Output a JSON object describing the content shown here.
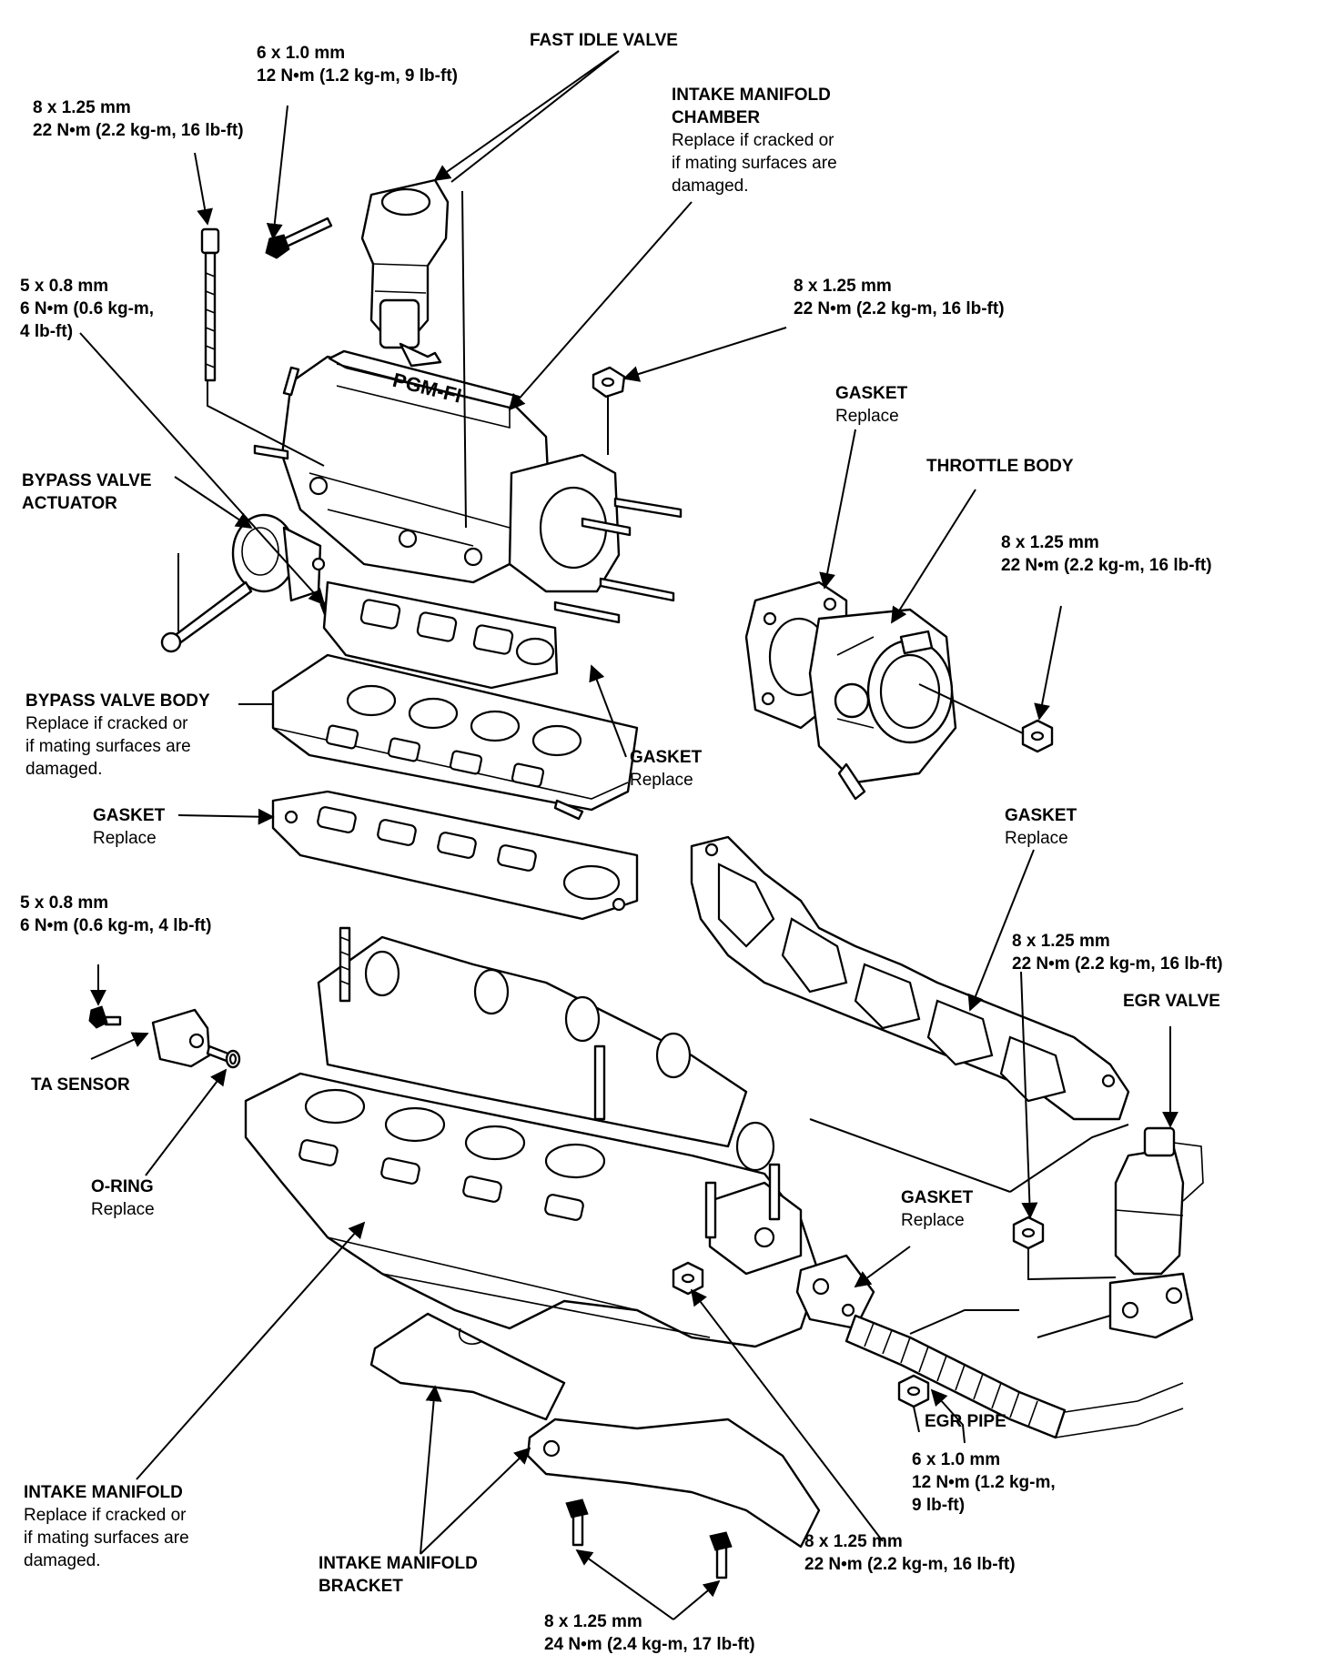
{
  "labels": {
    "fast_idle_valve": {
      "title": "FAST IDLE VALVE"
    },
    "fiv_bolt": {
      "line1": "6 x 1.0 mm",
      "line2": "12 N•m (1.2 kg-m, 9 lb-ft)"
    },
    "top_left_stud": {
      "line1": "8 x 1.25 mm",
      "line2": "22 N•m (2.2 kg-m, 16 lb-ft)"
    },
    "chamber": {
      "title1": "INTAKE MANIFOLD",
      "title2": "CHAMBER",
      "note1": "Replace if cracked or",
      "note2": "if mating surfaces are",
      "note3": "damaged."
    },
    "bypass_bolt": {
      "line1": "5 x 0.8 mm",
      "line2": "6 N•m (0.6 kg-m,",
      "line3": "4 lb-ft)"
    },
    "chamber_nut": {
      "line1": "8 x 1.25 mm",
      "line2": "22 N•m (2.2 kg-m, 16 lb-ft)"
    },
    "tb_gasket": {
      "title": "GASKET",
      "note": "Replace"
    },
    "throttle_body": {
      "title": "THROTTLE BODY"
    },
    "tb_nut": {
      "line1": "8 x 1.25 mm",
      "line2": "22 N•m (2.2 kg-m, 16 lb-ft)"
    },
    "bypass_actuator": {
      "title1": "BYPASS VALVE",
      "title2": "ACTUATOR"
    },
    "bypass_body": {
      "title": "BYPASS VALVE BODY",
      "note1": "Replace if cracked or",
      "note2": "if mating surfaces are",
      "note3": "damaged."
    },
    "upper_gasket": {
      "title": "GASKET",
      "note": "Replace"
    },
    "lower_gasket": {
      "title": "GASKET",
      "note": "Replace"
    },
    "exh_gasket": {
      "title": "GASKET",
      "note": "Replace"
    },
    "ta_bolt": {
      "line1": "5 x 0.8 mm",
      "line2": "6 N•m (0.6 kg-m, 4 lb-ft)"
    },
    "manifold_nut": {
      "line1": "8 x 1.25 mm",
      "line2": "22 N•m (2.2 kg-m, 16 lb-ft)"
    },
    "egr_valve": {
      "title": "EGR VALVE"
    },
    "ta_sensor": {
      "title": "TA SENSOR"
    },
    "o_ring": {
      "title": "O-RING",
      "note": "Replace"
    },
    "egr_gasket": {
      "title": "GASKET",
      "note": "Replace"
    },
    "egr_pipe": {
      "title": "EGR PIPE"
    },
    "egr_pipe_nut": {
      "line1": "6 x 1.0 mm",
      "line2": "12 N•m (1.2 kg-m,",
      "line3": "9 lb-ft)"
    },
    "intake_manifold": {
      "title": "INTAKE MANIFOLD",
      "note1": "Replace if cracked or",
      "note2": "if mating surfaces are",
      "note3": "damaged."
    },
    "bracket": {
      "title1": "INTAKE MANIFOLD",
      "title2": "BRACKET"
    },
    "bracket_nut": {
      "line1": "8 x 1.25 mm",
      "line2": "22 N•m (2.2 kg-m, 16 lb-ft)"
    },
    "bracket_bolts": {
      "line1": "8 x 1.25 mm",
      "line2": "24 N•m (2.4 kg-m, 17 lb-ft)"
    }
  },
  "chamber_lettering": "PGM-FI"
}
